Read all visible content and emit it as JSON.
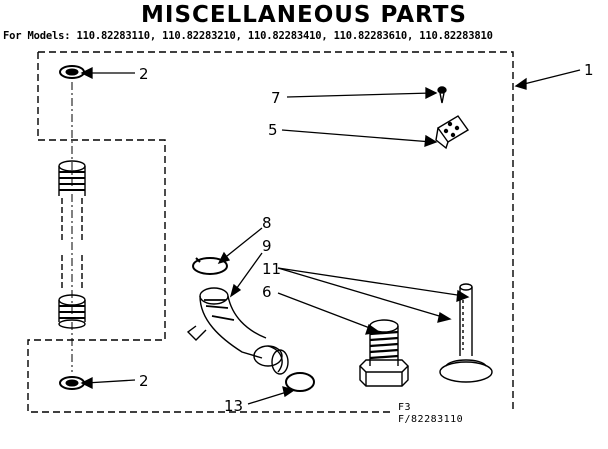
{
  "header": {
    "title": "MISCELLANEOUS PARTS",
    "models": "For Models: 110.82283110, 110.82283210, 110.82283410, 110.82283610, 110.82283810"
  },
  "callouts": {
    "c1": "1",
    "c2_top": "2",
    "c2_bottom": "2",
    "c5": "5",
    "c6": "6",
    "c7": "7",
    "c8": "8",
    "c9": "9",
    "c11": "11",
    "c13": "13"
  },
  "footer": {
    "fig": "F3",
    "code": "F/82283110"
  }
}
